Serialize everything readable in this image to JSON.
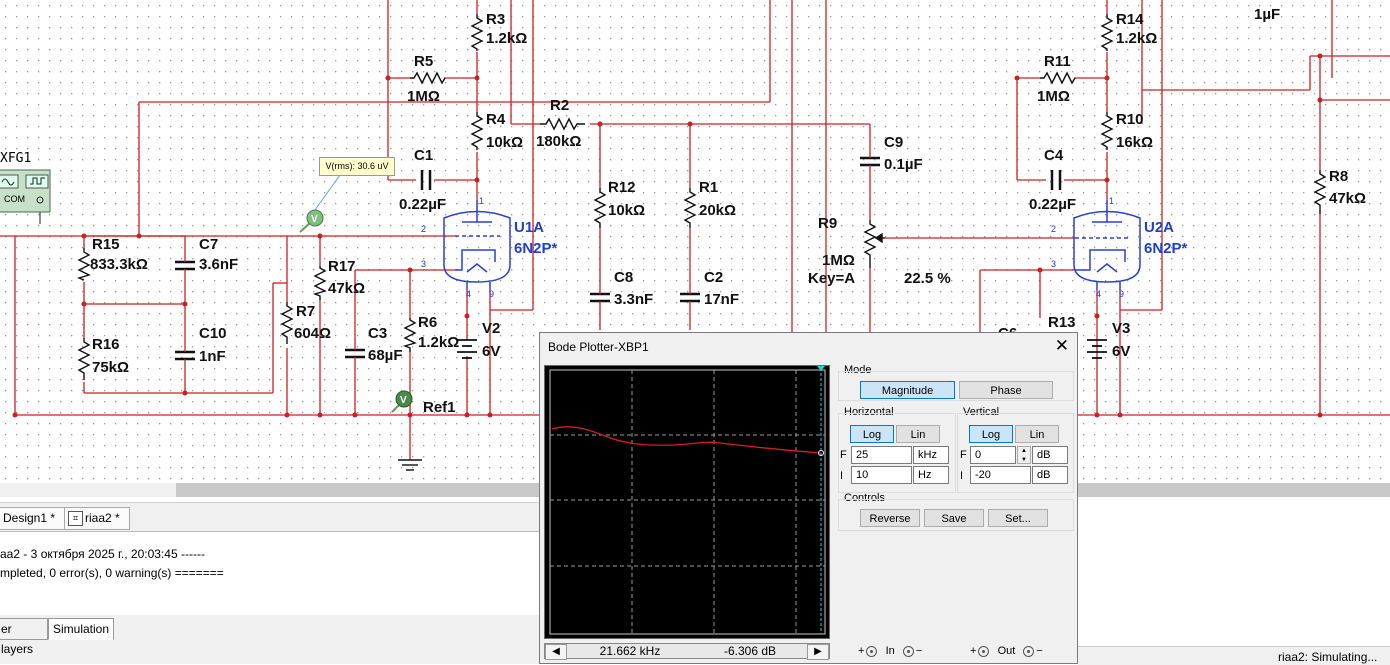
{
  "schematic": {
    "components": {
      "R3": {
        "name": "R3",
        "value": "1.2kΩ"
      },
      "R5": {
        "name": "R5",
        "value": "1MΩ"
      },
      "R4": {
        "name": "R4",
        "value": "10kΩ"
      },
      "R2": {
        "name": "R2",
        "value": "180kΩ"
      },
      "C1": {
        "name": "C1",
        "value": "0.22µF"
      },
      "U1A": {
        "name": "U1A",
        "value": "6N2P*"
      },
      "R15": {
        "name": "R15",
        "value": "833.3kΩ"
      },
      "C7": {
        "name": "C7",
        "value": "3.6nF"
      },
      "R16": {
        "name": "R16",
        "value": "75kΩ"
      },
      "C10": {
        "name": "C10",
        "value": "1nF"
      },
      "R17": {
        "name": "R17",
        "value": "47kΩ"
      },
      "R7": {
        "name": "R7",
        "value": "604Ω"
      },
      "C3": {
        "name": "C3",
        "value": "68µF"
      },
      "R6": {
        "name": "R6",
        "value": "1.2kΩ"
      },
      "V2": {
        "name": "V2",
        "value": "6V"
      },
      "R12": {
        "name": "R12",
        "value": "10kΩ"
      },
      "R1": {
        "name": "R1",
        "value": "20kΩ"
      },
      "C8": {
        "name": "C8",
        "value": "3.3nF"
      },
      "C2": {
        "name": "C2",
        "value": "17nF"
      },
      "C9": {
        "name": "C9",
        "value": "0.1µF"
      },
      "R9": {
        "name": "R9",
        "value": "1MΩ",
        "key": "Key=A",
        "setting": "22.5 %"
      },
      "R14": {
        "name": "R14",
        "value": "1.2kΩ"
      },
      "R11": {
        "name": "R11",
        "value": "1MΩ"
      },
      "R10": {
        "name": "R10",
        "value": "16kΩ"
      },
      "C4": {
        "name": "C4",
        "value": "0.22µF"
      },
      "U2A": {
        "name": "U2A",
        "value": "6N2P*"
      },
      "R13": {
        "name": "R13"
      },
      "C6": {
        "name": "C6"
      },
      "V3": {
        "name": "V3",
        "value": "6V"
      },
      "R8": {
        "name": "R8",
        "value": "47kΩ"
      },
      "top_cap": {
        "value": "1µF"
      },
      "XFG1": {
        "name": "XFG1",
        "com": "COM"
      },
      "Ref1": {
        "name": "Ref1"
      }
    },
    "probe_tooltip": "V(rms): 30.6 uV",
    "pins": {
      "p1": "1",
      "p2": "2",
      "p3": "3",
      "p4": "4",
      "p9": "9"
    }
  },
  "tabs": {
    "design1": "Design1 *",
    "riaa2": "riaa2 *"
  },
  "output": {
    "line1": "aa2 - 3 октября 2025 г., 20:03:45 ------",
    "line2": "mpleted, 0 error(s), 0 warning(s) ======="
  },
  "bottom_tabs": {
    "layers": "er layers",
    "simulation": "Simulation"
  },
  "status": "riaa2: Simulating...",
  "bode": {
    "title": "Bode Plotter-XBP1",
    "mode": {
      "label": "Mode",
      "magnitude": "Magnitude",
      "phase": "Phase",
      "selected": "Magnitude"
    },
    "horizontal": {
      "label": "Horizontal",
      "log": "Log",
      "lin": "Lin",
      "selected": "Log",
      "f_label": "F",
      "f_value": "25",
      "f_unit": "kHz",
      "i_label": "I",
      "i_value": "10",
      "i_unit": "Hz"
    },
    "vertical": {
      "label": "Vertical",
      "log": "Log",
      "lin": "Lin",
      "selected": "Log",
      "f_label": "F",
      "f_value": "0",
      "f_unit": "dB",
      "i_label": "I",
      "i_value": "-20",
      "i_unit": "dB"
    },
    "controls": {
      "label": "Controls",
      "reverse": "Reverse",
      "save": "Save",
      "set": "Set..."
    },
    "terminals": {
      "plus": "+",
      "minus": "−",
      "in": "In",
      "out": "Out"
    },
    "readout": {
      "frequency": "21.662 kHz",
      "gain": "-6.306 dB"
    },
    "trace_color": "#d42020",
    "cursor_color": "#19d6d6"
  }
}
